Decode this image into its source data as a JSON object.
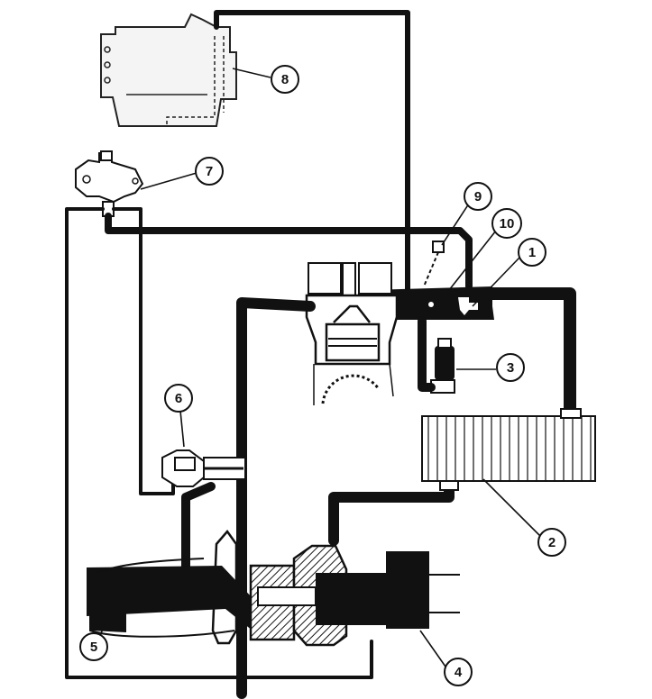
{
  "callouts": [
    {
      "label": "1"
    },
    {
      "label": "2"
    },
    {
      "label": "3"
    },
    {
      "label": "4"
    },
    {
      "label": "5"
    },
    {
      "label": "6"
    },
    {
      "label": "7"
    },
    {
      "label": "8"
    },
    {
      "label": "9"
    },
    {
      "label": "10"
    }
  ],
  "colors": {
    "ink": "#111111",
    "paper": "#ffffff",
    "grey": "#bdbdbd"
  }
}
